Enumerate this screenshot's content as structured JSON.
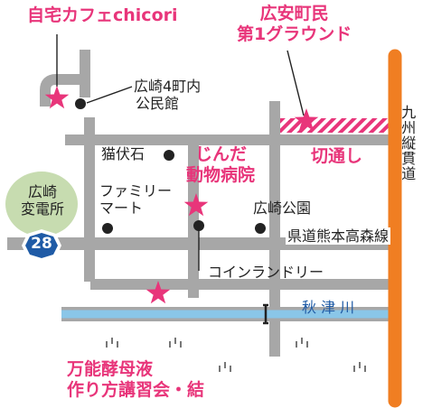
{
  "labels": {
    "cafe": "自宅カフェchicori",
    "ground_1": "広安町民",
    "ground_2": "第1グラウンド",
    "hall_1": "広崎4町内",
    "hall_2": "公民館",
    "nekobuseishi": "猫伏石",
    "jinda_1": "じんだ",
    "jinda_2": "動物病院",
    "kiridoshi": "切通し",
    "familymart_1": "ファミリー",
    "familymart_2": "マート",
    "park": "広崎公園",
    "substation_1": "広崎",
    "substation_2": "変電所",
    "route_number": "28",
    "prefectural_road": "県道熊本高森線",
    "laundry": "コインランドリー",
    "river": "秋 津 川",
    "kyushu_road": "九州縦貫道",
    "workshop_1": "万能酵母液",
    "workshop_2": "作り方講習会・結"
  },
  "colors": {
    "pink": "#e8357a",
    "road": "#a7a7a7",
    "highway": "#f07e22",
    "river": "#8ac6e8",
    "route_badge": "#1f5ba6",
    "substation": "#c7dcb0"
  },
  "icons": {
    "marker": "star-icon",
    "landmark": "dot-icon",
    "route": "route-shield-icon",
    "bridge": "bridge-icon",
    "field": "field-symbol-icon"
  }
}
